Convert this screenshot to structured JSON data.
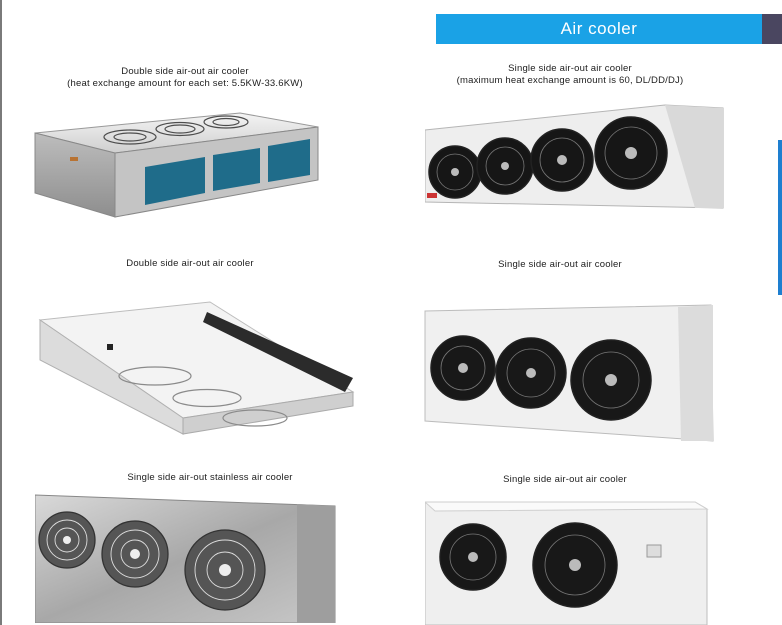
{
  "header": {
    "title": "Air cooler"
  },
  "colors": {
    "accent": "#1aa2e6",
    "accent_dark": "#4a4660",
    "side_accent": "#1e7fd0"
  },
  "products": [
    {
      "caption_line1": "Double side air-out air cooler",
      "caption_line2": "(heat exchange amount for each set: 5.5KW-33.6KW)"
    },
    {
      "caption_line1": "Single side air-out air cooler",
      "caption_line2": "(maximum heat exchange amount is 60, DL/DD/DJ)"
    },
    {
      "caption_line1": "Double side air-out air cooler"
    },
    {
      "caption_line1": "Single side air-out air cooler"
    },
    {
      "caption_line1": "Single side air-out stainless air cooler"
    },
    {
      "caption_line1": "Single side air-out air cooler"
    }
  ]
}
